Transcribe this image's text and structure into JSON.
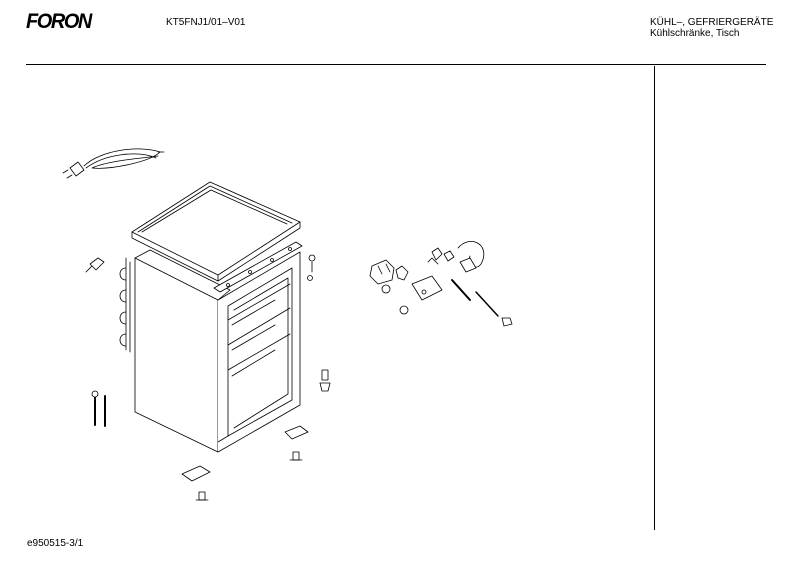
{
  "header": {
    "brand": "FORON",
    "model": "KT5FNJ1/01–V01",
    "category_line1": "KÜHL–, GEFRIERGERÄTE",
    "category_line2": "Kühlschränke, Tisch"
  },
  "footer": {
    "doc_id": "e950515-3/1"
  }
}
